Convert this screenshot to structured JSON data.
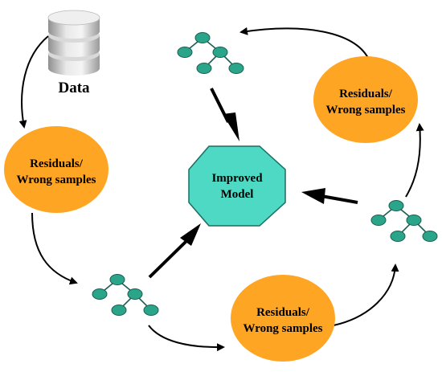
{
  "data_label": "Data",
  "center": {
    "line1": "Improved",
    "line2": "Model"
  },
  "stages": [
    {
      "line1": "Residuals/",
      "line2": "Wrong samples"
    },
    {
      "line1": "Residuals/",
      "line2": "Wrong samples"
    },
    {
      "line1": "Residuals/",
      "line2": "Wrong samples"
    }
  ],
  "colors": {
    "ellipse_fill": "#ffa524",
    "octagon_fill": "#4dd9c4",
    "tree_node": "#2aa58a",
    "tree_stroke": "#1b5e52",
    "arrow": "#000000",
    "database": "#c8c8c8"
  },
  "icons": {
    "database": "database-icon",
    "tree": "decision-tree-icon"
  }
}
